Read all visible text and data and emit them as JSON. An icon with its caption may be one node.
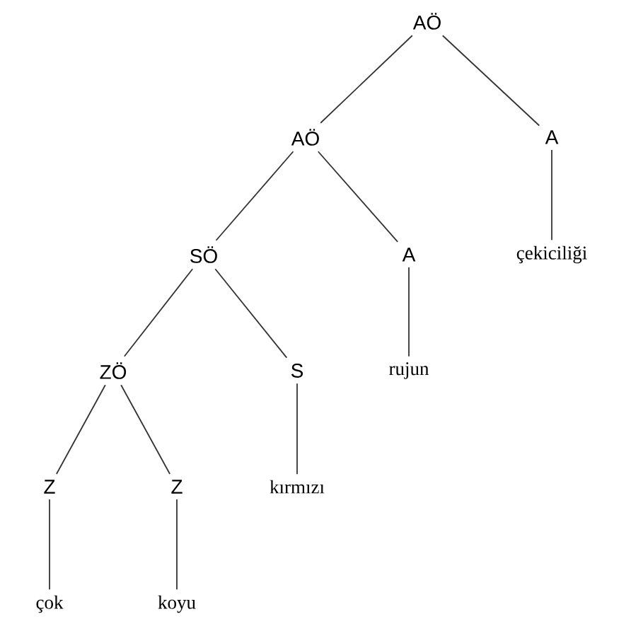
{
  "diagram": {
    "nodes": [
      {
        "text": [
          "AÖ"
        ]
      },
      {
        "text": [
          "AÖ"
        ]
      },
      {
        "text": [
          "A"
        ]
      },
      {
        "text": [
          "SÖ"
        ]
      },
      {
        "text": [
          "A"
        ]
      },
      {
        "text": [
          "çekiciliği"
        ]
      },
      {
        "text": [
          "ZÖ"
        ]
      },
      {
        "text": [
          "S"
        ]
      },
      {
        "text": [
          "rujun"
        ]
      },
      {
        "text": [
          "Z"
        ]
      },
      {
        "text": [
          "Z"
        ]
      },
      {
        "text": [
          "kırmızı"
        ]
      },
      {
        "text": [
          "çok"
        ]
      },
      {
        "text": [
          "koyu"
        ]
      }
    ],
    "edges": [
      {
        "from": 0,
        "to": 1,
        "arrow": "none"
      },
      {
        "from": 0,
        "to": 2,
        "arrow": "none"
      },
      {
        "from": 1,
        "to": 3,
        "arrow": "none"
      },
      {
        "from": 1,
        "to": 4,
        "arrow": "none"
      },
      {
        "from": 2,
        "to": 5,
        "arrow": "none"
      },
      {
        "from": 3,
        "to": 6,
        "arrow": "none"
      },
      {
        "from": 3,
        "to": 7,
        "arrow": "none"
      },
      {
        "from": 4,
        "to": 8,
        "arrow": "none"
      },
      {
        "from": 6,
        "to": 9,
        "arrow": "none"
      },
      {
        "from": 6,
        "to": 10,
        "arrow": "none"
      },
      {
        "from": 7,
        "to": 11,
        "arrow": "none"
      },
      {
        "from": 9,
        "to": 12,
        "arrow": "none"
      },
      {
        "from": 10,
        "to": 13,
        "arrow": "none"
      }
    ]
  }
}
